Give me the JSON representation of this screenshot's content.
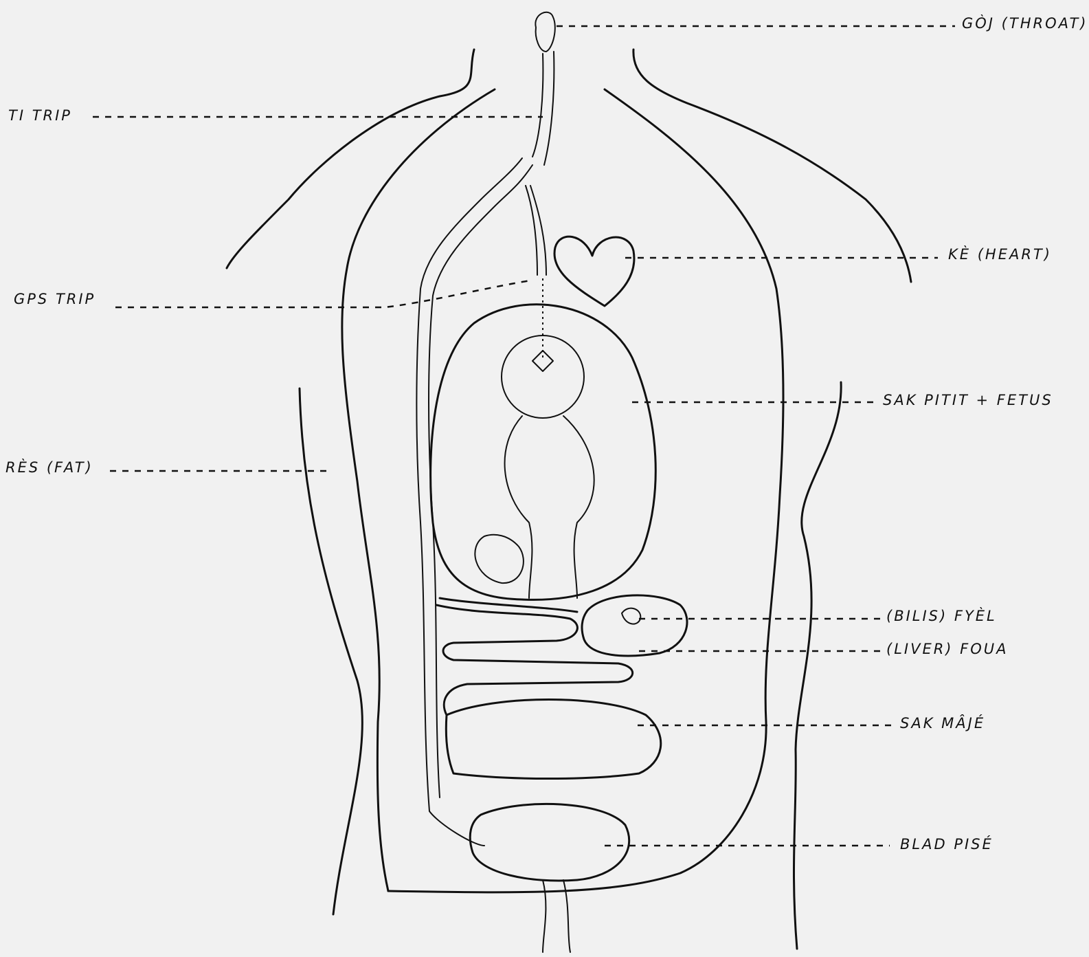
{
  "labels": {
    "throat": "GÒJ (THROAT)",
    "ti_trip": "TI TRIP",
    "gro_trip": "GPS TRIP",
    "heart": "KÈ (HEART)",
    "fetus": "SAK PITIT + FETUS",
    "fat": "RÈS (FAT)",
    "bilis": "(BILIS) FYÈL",
    "liver": "(LIVER) FOUA",
    "stomach": "SAK MÂJÉ",
    "bladder": "BLAD PISÉ"
  }
}
